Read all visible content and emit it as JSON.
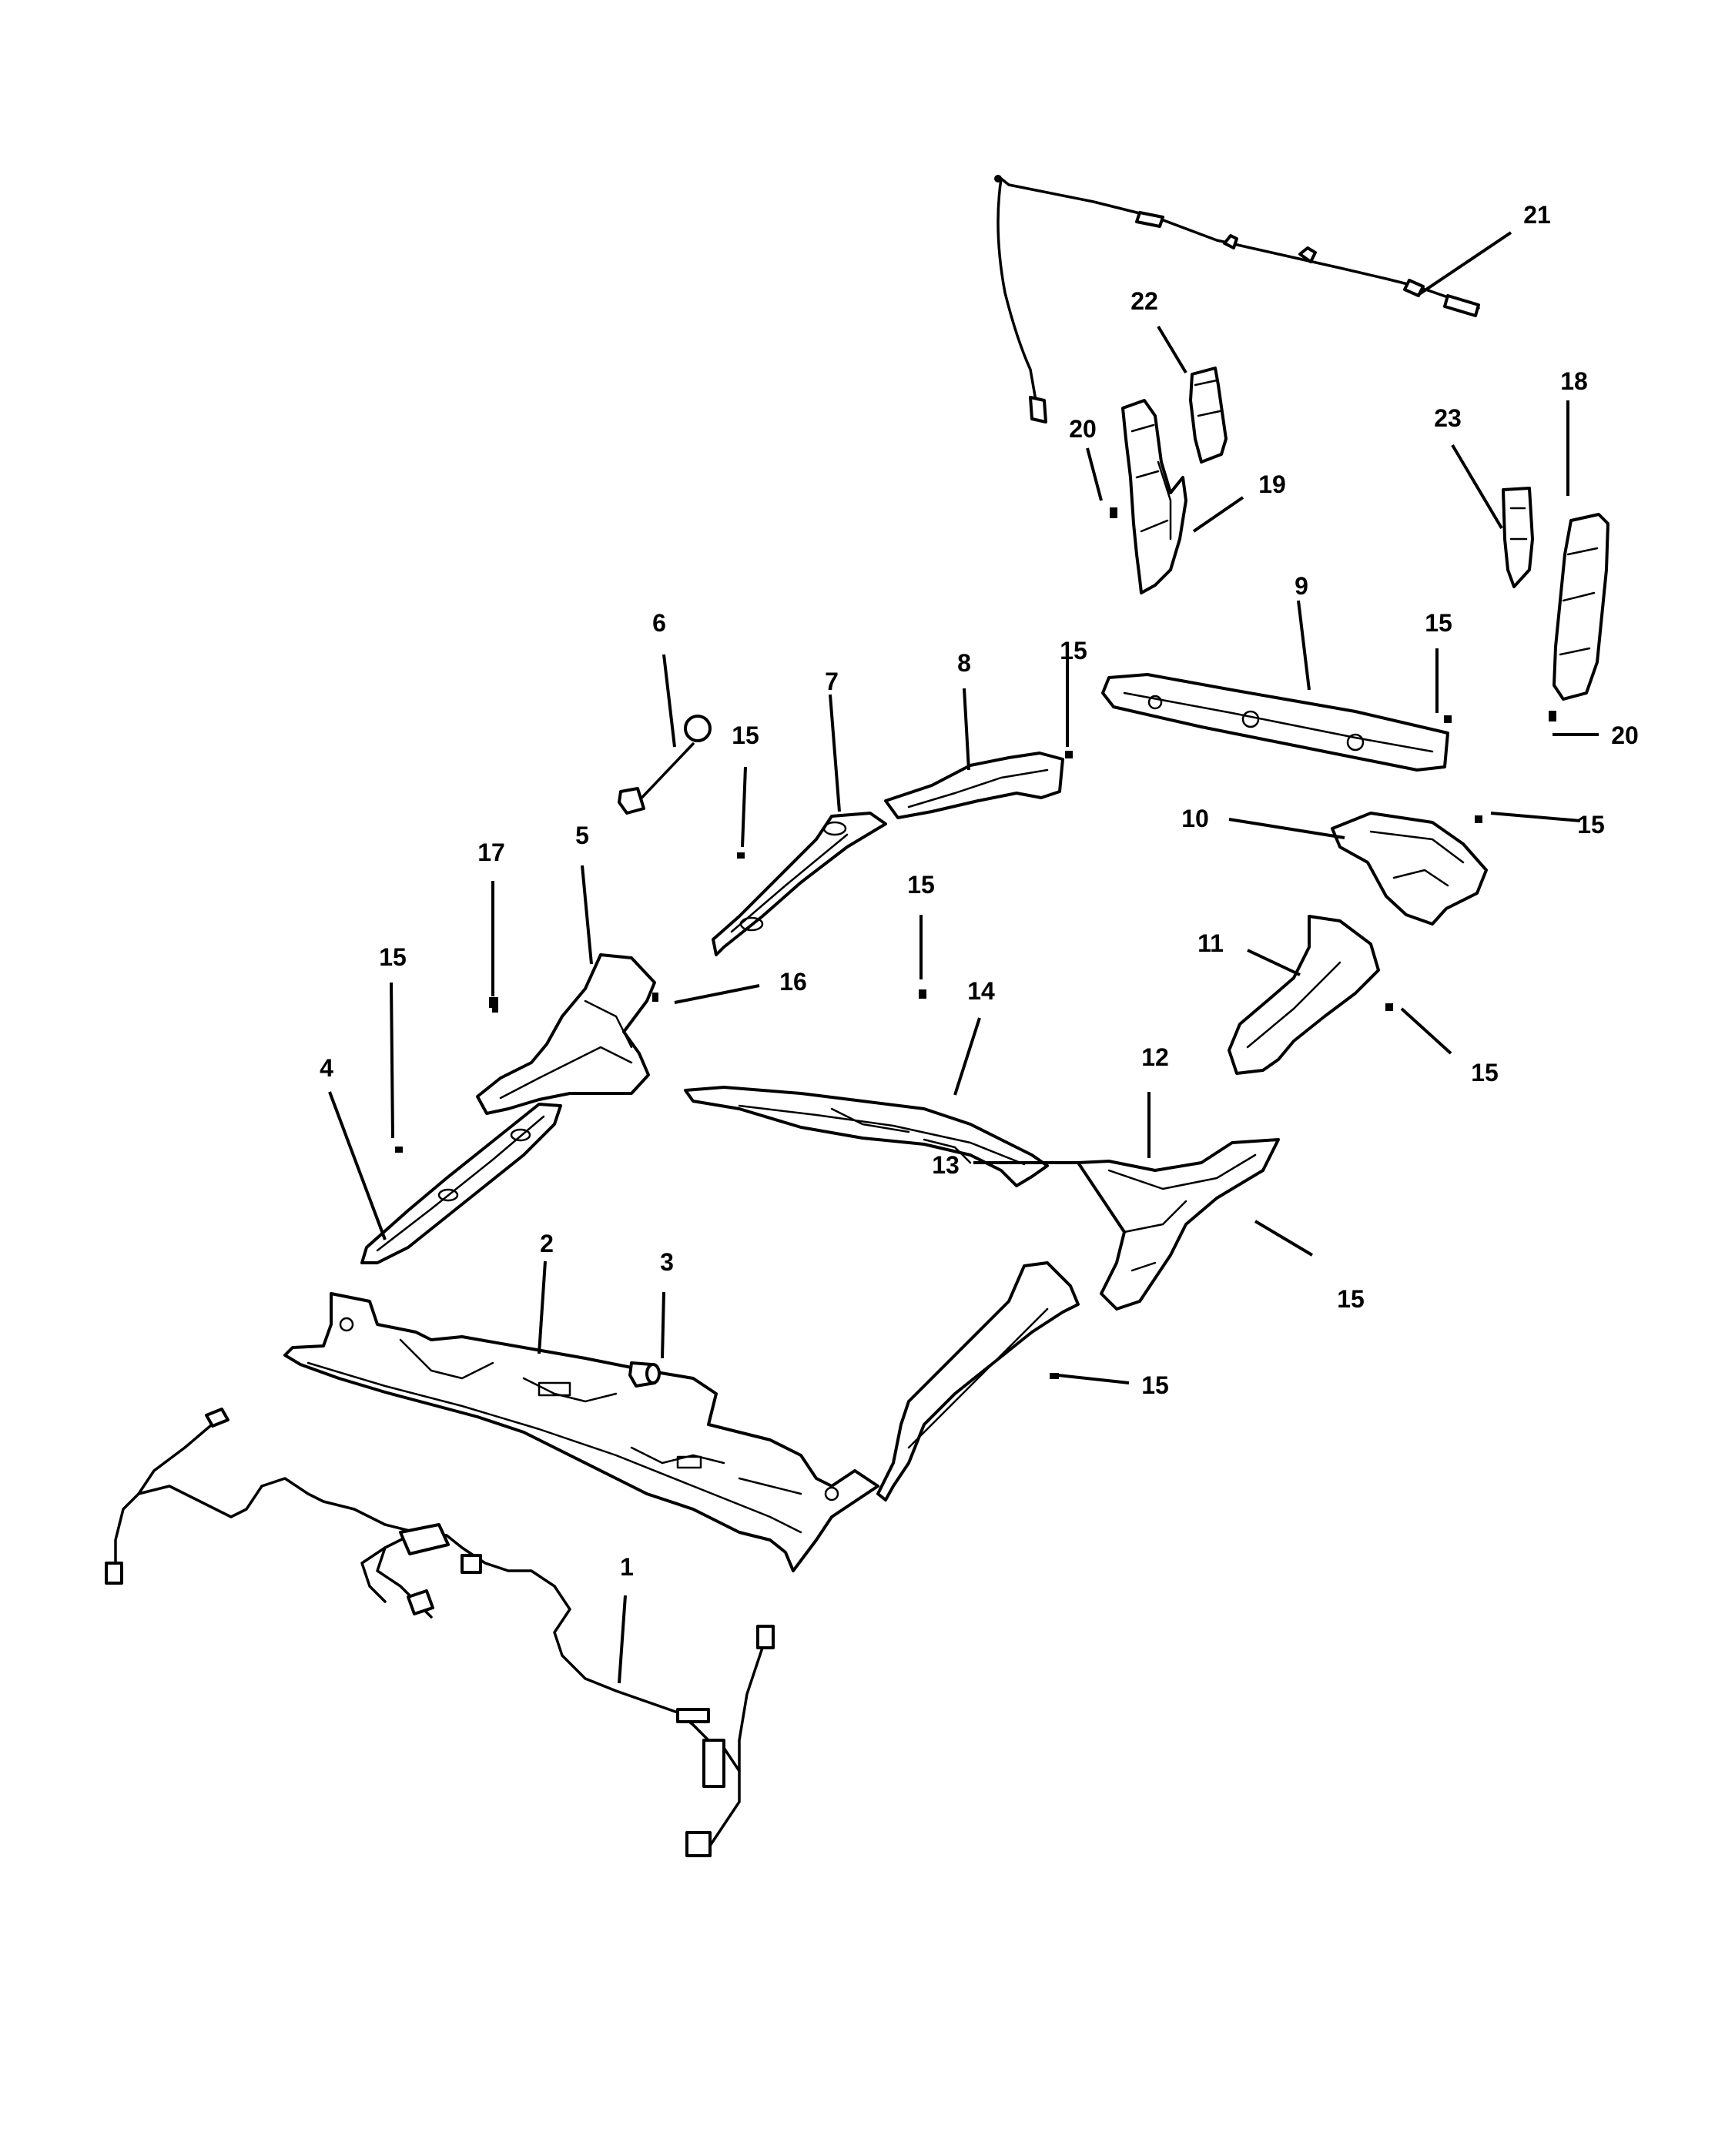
{
  "callouts": [
    {
      "id": "c1",
      "label": "1"
    },
    {
      "id": "c2",
      "label": "2"
    },
    {
      "id": "c3",
      "label": "3"
    },
    {
      "id": "c4",
      "label": "4"
    },
    {
      "id": "c5",
      "label": "5"
    },
    {
      "id": "c6",
      "label": "6"
    },
    {
      "id": "c7",
      "label": "7"
    },
    {
      "id": "c8",
      "label": "8"
    },
    {
      "id": "c9",
      "label": "9"
    },
    {
      "id": "c10",
      "label": "10"
    },
    {
      "id": "c11",
      "label": "11"
    },
    {
      "id": "c12",
      "label": "12"
    },
    {
      "id": "c13",
      "label": "13"
    },
    {
      "id": "c14",
      "label": "14"
    },
    {
      "id": "c15a",
      "label": "15"
    },
    {
      "id": "c15b",
      "label": "15"
    },
    {
      "id": "c15c",
      "label": "15"
    },
    {
      "id": "c15d",
      "label": "15"
    },
    {
      "id": "c15e",
      "label": "15"
    },
    {
      "id": "c15f",
      "label": "15"
    },
    {
      "id": "c15g",
      "label": "15"
    },
    {
      "id": "c15h",
      "label": "15"
    },
    {
      "id": "c15i",
      "label": "15"
    },
    {
      "id": "c16",
      "label": "16"
    },
    {
      "id": "c17",
      "label": "17"
    },
    {
      "id": "c18",
      "label": "18"
    },
    {
      "id": "c19",
      "label": "19"
    },
    {
      "id": "c20a",
      "label": "20"
    },
    {
      "id": "c20b",
      "label": "20"
    },
    {
      "id": "c21",
      "label": "21"
    },
    {
      "id": "c22",
      "label": "22"
    },
    {
      "id": "c23",
      "label": "23"
    }
  ]
}
